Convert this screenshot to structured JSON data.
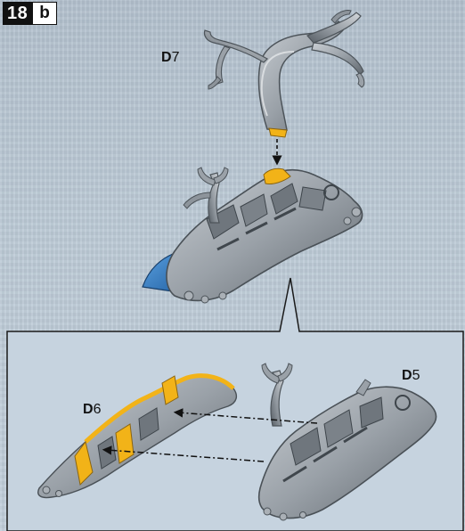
{
  "step": {
    "number": "18",
    "sub": "b"
  },
  "parts": {
    "d7": {
      "prefix": "D",
      "num": "7"
    },
    "d6": {
      "prefix": "D",
      "num": "6"
    },
    "d5": {
      "prefix": "D",
      "num": "5"
    }
  },
  "colors": {
    "metal": "#9aa1a8",
    "metal_dark": "#5f666d",
    "accent_yellow": "#f2b318",
    "accent_blue": "#2f78c4",
    "callout_border": "#1a1a1a"
  }
}
